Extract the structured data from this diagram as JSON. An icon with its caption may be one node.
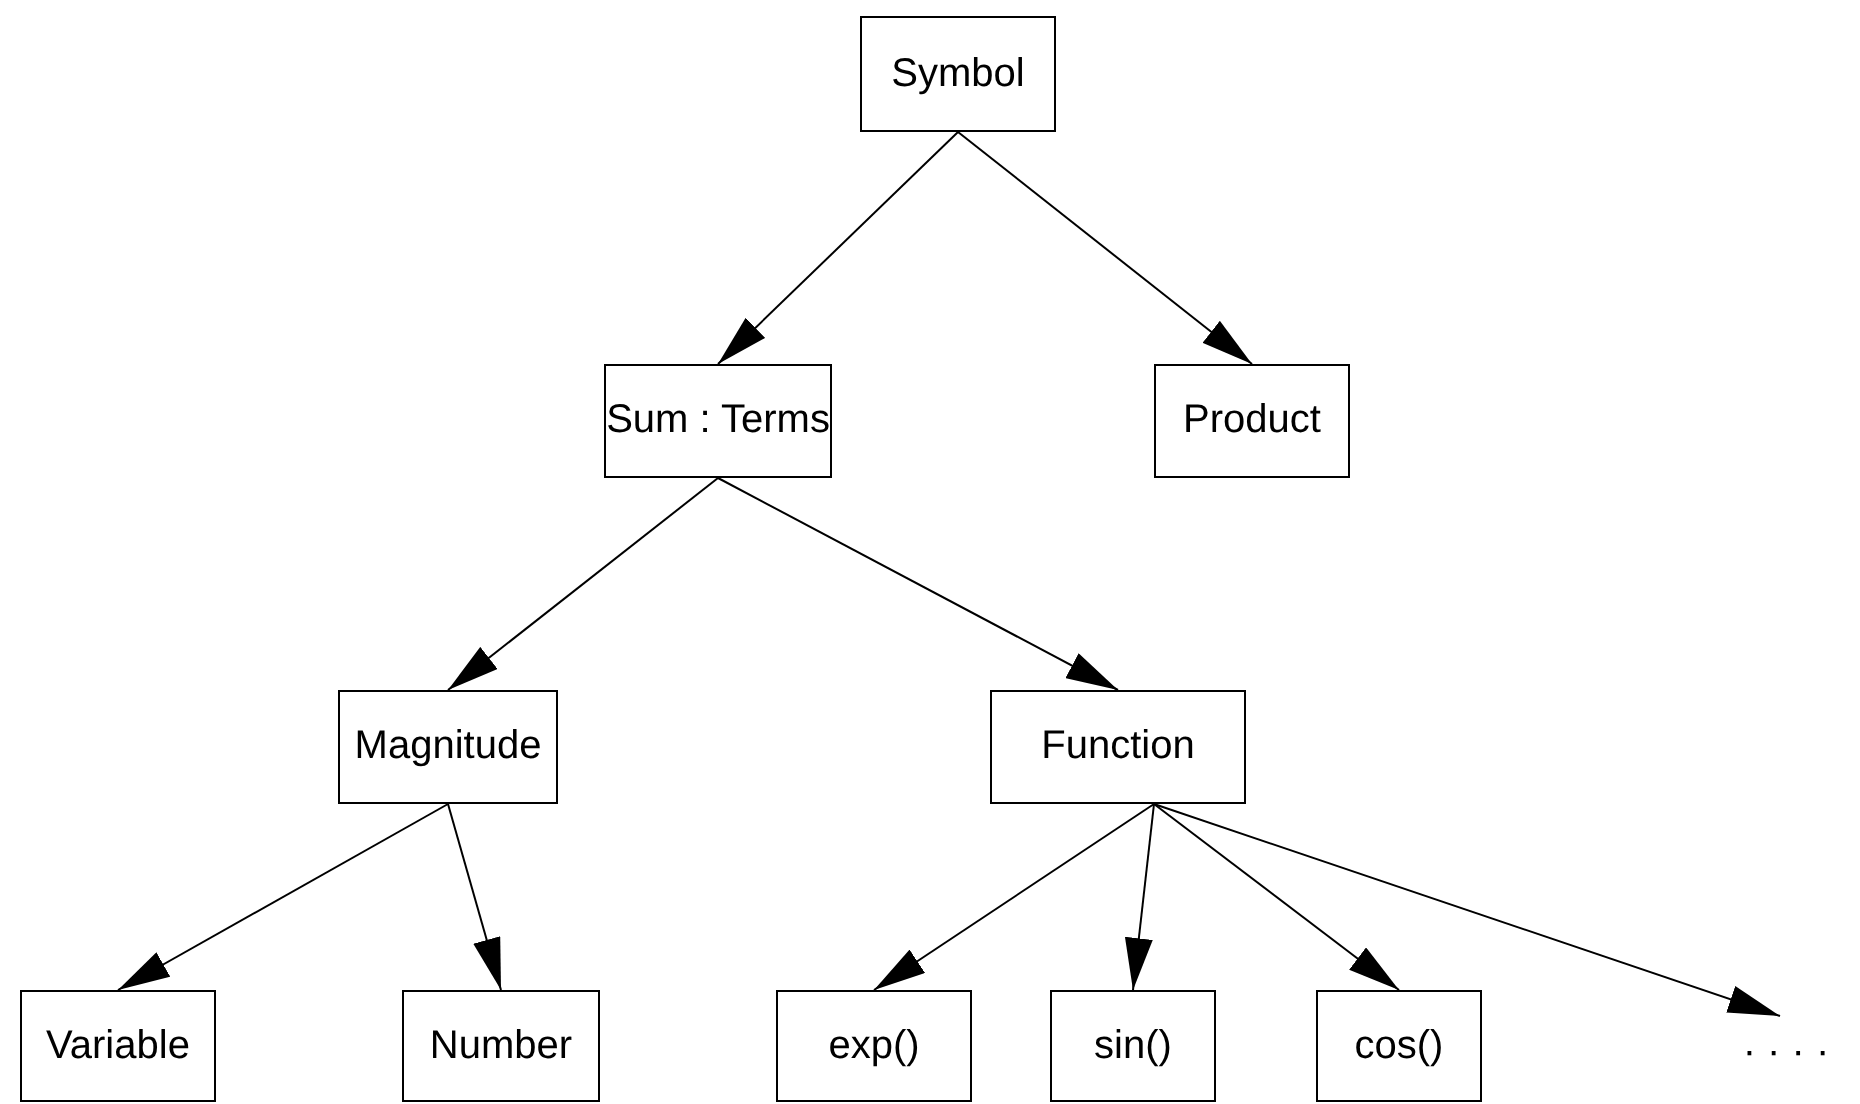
{
  "diagram": {
    "nodes": [
      {
        "text": [
          "Symbol"
        ]
      },
      {
        "text": [
          "Sum : Terms"
        ]
      },
      {
        "text": [
          "Product"
        ]
      },
      {
        "text": [
          "Magnitude"
        ]
      },
      {
        "text": [
          "Function"
        ]
      },
      {
        "text": [
          "Variable"
        ]
      },
      {
        "text": [
          "Number"
        ]
      },
      {
        "text": [
          "exp()"
        ]
      },
      {
        "text": [
          "sin()"
        ]
      },
      {
        "text": [
          "cos()"
        ]
      },
      {
        "text": [
          "· · · ·"
        ]
      }
    ],
    "edges": [
      {
        "from": 0,
        "to": 1,
        "arrow": "to"
      },
      {
        "from": 0,
        "to": 2,
        "arrow": "to"
      },
      {
        "from": 1,
        "to": 3,
        "arrow": "to"
      },
      {
        "from": 1,
        "to": 4,
        "arrow": "to"
      },
      {
        "from": 3,
        "to": 5,
        "arrow": "to"
      },
      {
        "from": 3,
        "to": 6,
        "arrow": "to"
      },
      {
        "from": 4,
        "to": 7,
        "arrow": "to"
      },
      {
        "from": 4,
        "to": 8,
        "arrow": "to"
      },
      {
        "from": 4,
        "to": 9,
        "arrow": "to"
      },
      {
        "from": 4,
        "to": 10,
        "arrow": "to"
      }
    ]
  }
}
